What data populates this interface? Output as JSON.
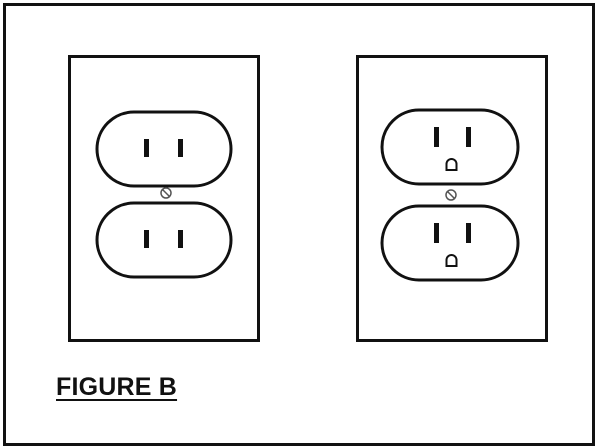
{
  "figure": {
    "caption": "FIGURE B"
  },
  "outlets": [
    {
      "type": "two-prong",
      "has_ground_pin": false,
      "receptacle_count": 2
    },
    {
      "type": "three-prong",
      "has_ground_pin": true,
      "receptacle_count": 2
    }
  ],
  "colors": {
    "line": "#111111",
    "background": "#ffffff"
  }
}
